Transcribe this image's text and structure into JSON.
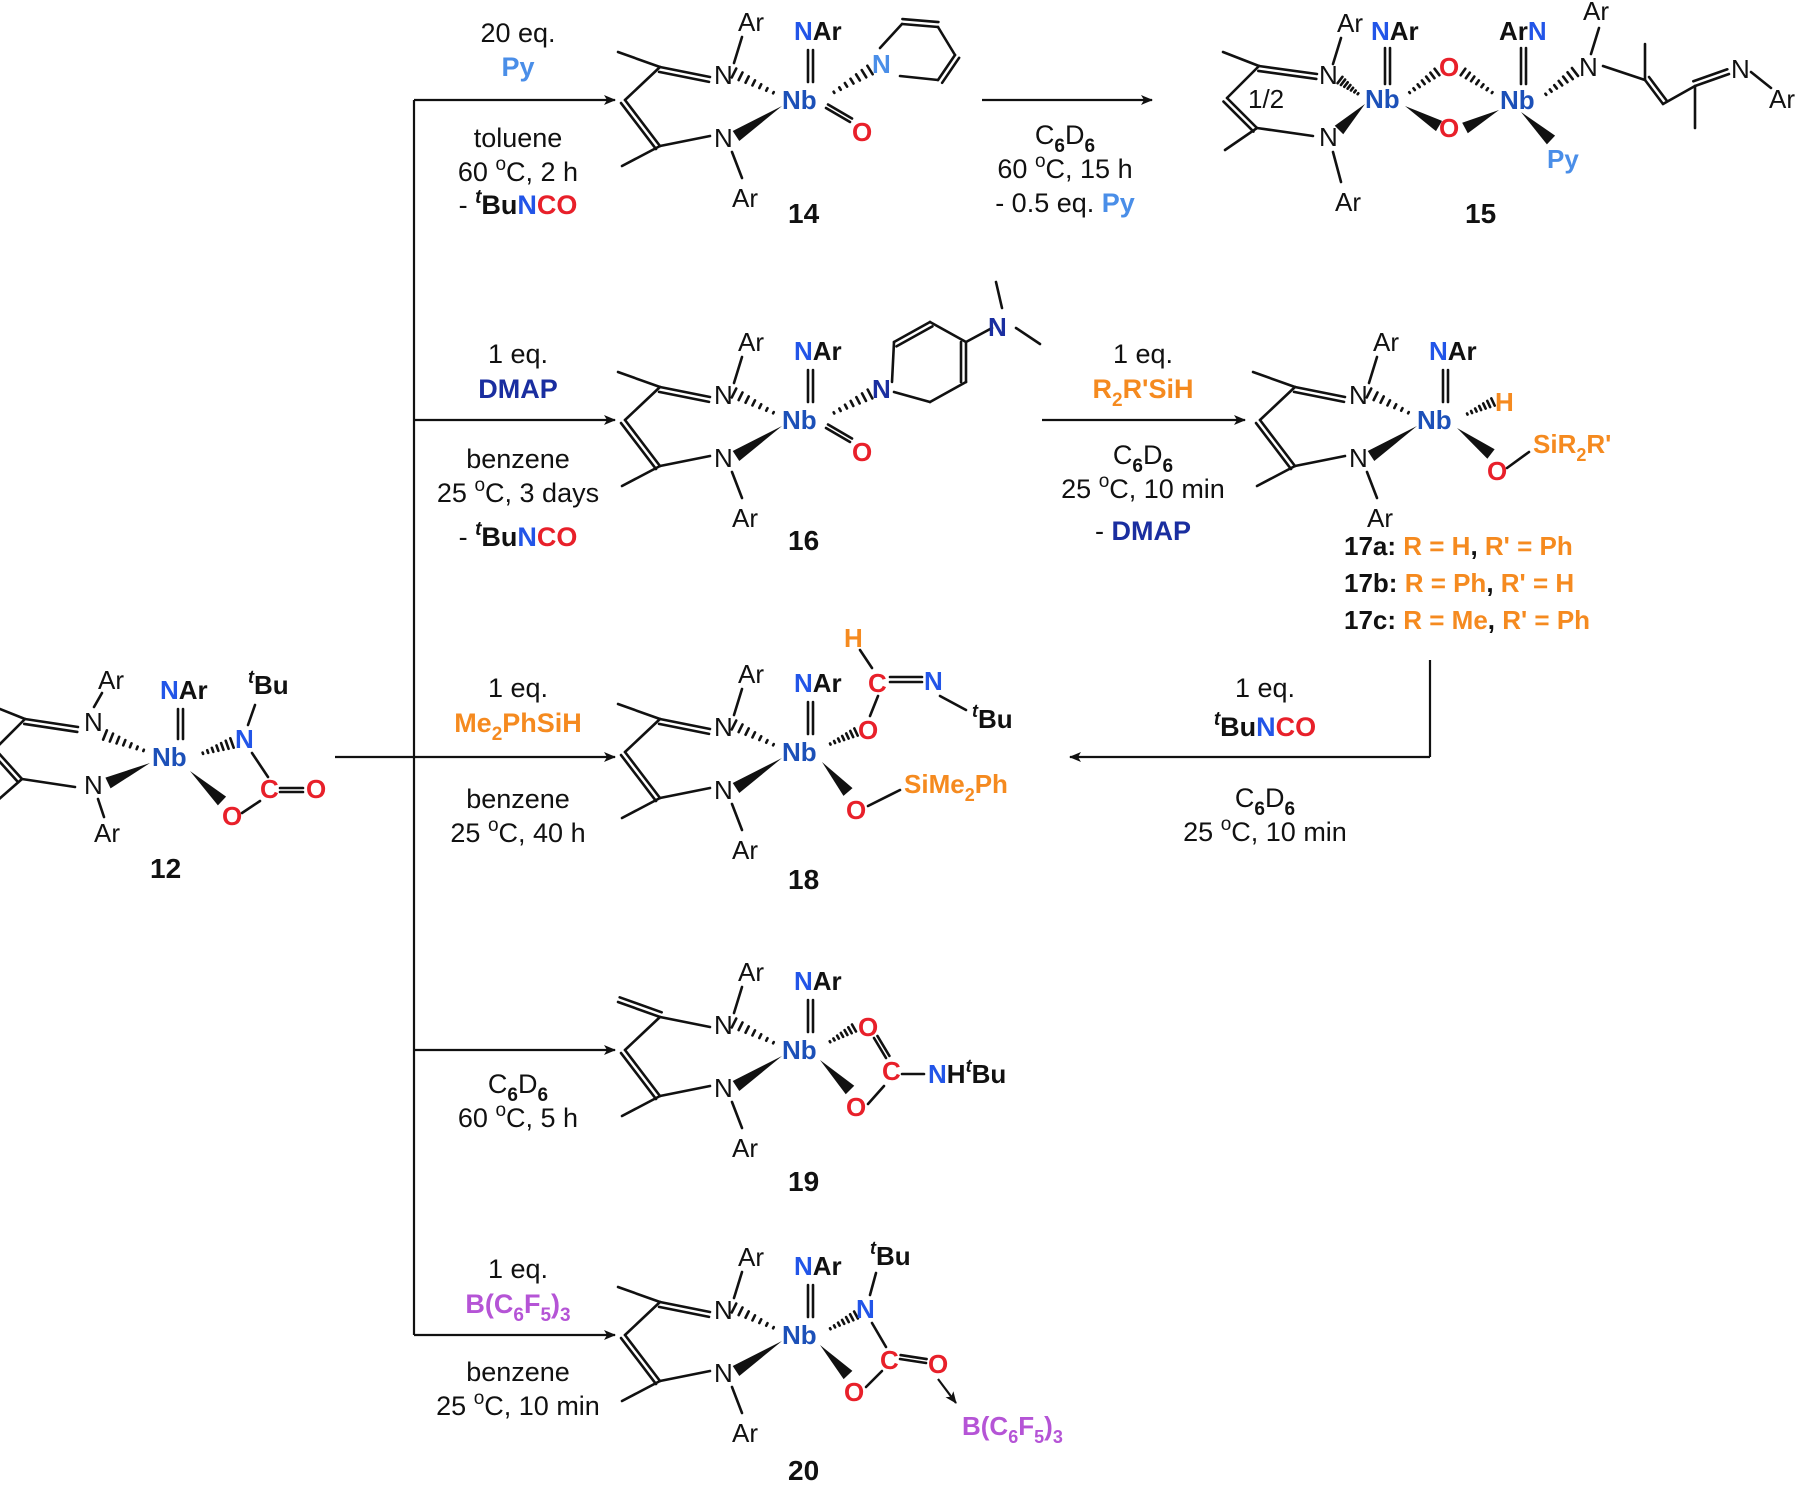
{
  "colors": {
    "nitrogen": "#2255e8",
    "niobium": "#1c50b8",
    "oxygen": "#e8202a",
    "carbon": "#e8202a",
    "silane": "#f58a1f",
    "pyridine": "#4a8ee8",
    "dmap": "#1a2ea0",
    "borane": "#b554d6",
    "black": "#111111"
  },
  "atoms": {
    "ar": "Ar",
    "n": "N",
    "nb": "Nb",
    "o": "O",
    "c": "C",
    "nar": "NAr",
    "arn": "ArN",
    "py": "Py",
    "h": "H",
    "tbu": "Bu",
    "t": "t",
    "sir2r": "SiR2R'",
    "sime2ph": "SiMe2Ph",
    "nhtbu": "NHtBu",
    "bc6f5": "B(C6F5)3",
    "half": "1/2"
  },
  "compounds": {
    "c12": "12",
    "c14": "14",
    "c15": "15",
    "c16": "16",
    "c17a": "17a: R = H, R' = Ph",
    "c17b": "17b: R = Ph, R' = H",
    "c17c": "17c: R = Me, R' = Ph",
    "c18": "18",
    "c19": "19",
    "c20": "20"
  },
  "conditions": {
    "to14": [
      "20 eq.",
      "Py",
      "toluene",
      "60 oC, 2 h",
      "- tBuNCO"
    ],
    "to15": [
      "C6D6",
      "60 oC, 15 h",
      "- 0.5 eq. Py"
    ],
    "to16": [
      "1 eq.",
      "DMAP",
      "benzene",
      "25 oC, 3 days",
      "- tBuNCO"
    ],
    "to17": [
      "1 eq.",
      "R2R'SiH",
      "C6D6",
      "25 oC, 10 min",
      "- DMAP"
    ],
    "to18": [
      "1 eq.",
      "Me2PhSiH",
      "benzene",
      "25 oC, 40 h"
    ],
    "from17": [
      "1 eq.",
      "tBuNCO",
      "C6D6",
      "25 oC, 10 min"
    ],
    "to19": [
      "C6D6",
      "60 oC, 5 h"
    ],
    "to20": [
      "1 eq.",
      "B(C6F5)3",
      "benzene",
      "25 oC, 10 min"
    ]
  }
}
